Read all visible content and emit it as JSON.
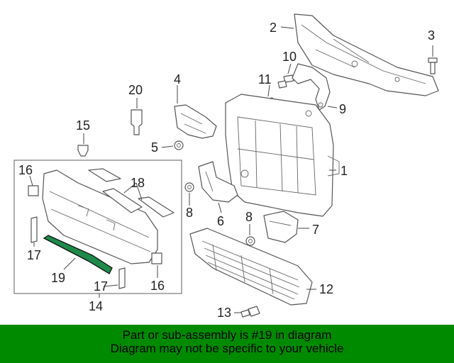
{
  "callouts": {
    "c1": "1",
    "c2": "2",
    "c3": "3",
    "c4": "4",
    "c5": "5",
    "c6": "6",
    "c7": "7",
    "c8a": "8",
    "c8b": "8",
    "c9": "9",
    "c10": "10",
    "c11": "11",
    "c12": "12",
    "c13": "13",
    "c14": "14",
    "c15": "15",
    "c16a": "16",
    "c16b": "16",
    "c17a": "17",
    "c17b": "17",
    "c18": "18",
    "c19": "19",
    "c20": "20"
  },
  "banner": {
    "line1": "Part or sub-assembly is #19 in diagram",
    "line2": "Diagram may not be specific to your vehicle"
  },
  "colors": {
    "banner_bg": "#008a00",
    "highlight_part": "#1e8a4a"
  }
}
